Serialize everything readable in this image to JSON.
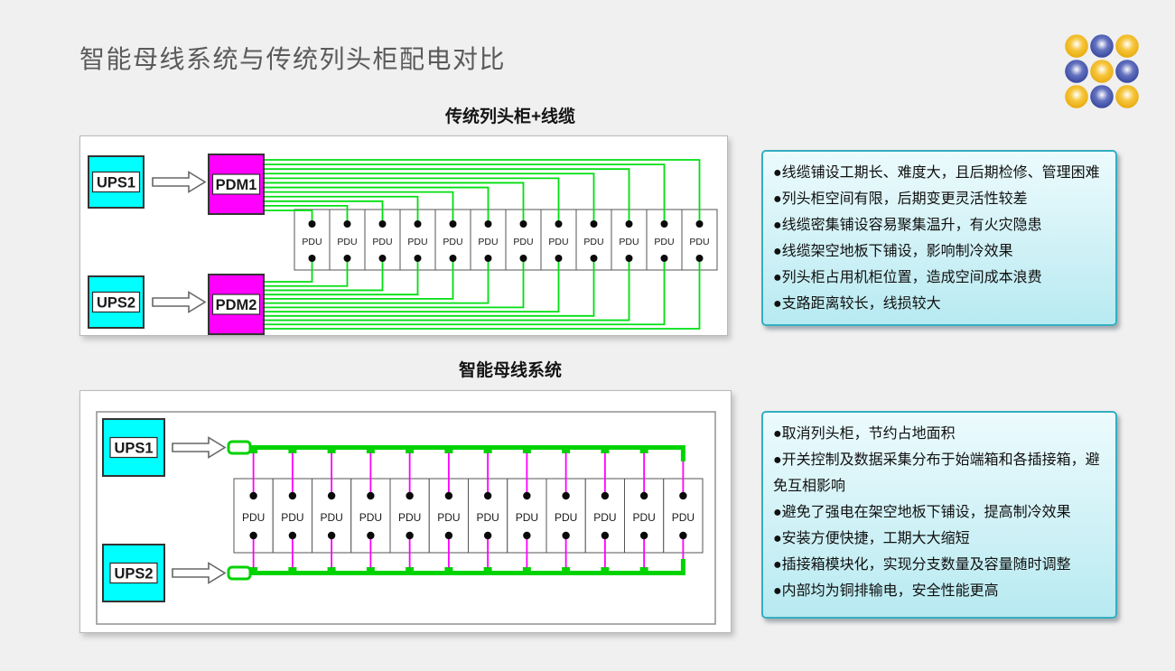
{
  "page": {
    "title": "智能母线系统与传统列头柜配电对比",
    "background": "#f0f0f1",
    "title_color": "#5a5a5a"
  },
  "logo": {
    "pattern": [
      [
        "gold",
        "blue",
        "gold"
      ],
      [
        "blue",
        "gold",
        "blue"
      ],
      [
        "gold",
        "blue",
        "gold"
      ]
    ],
    "gold": "#E8A90B",
    "blue": "#35449B"
  },
  "diagram_traditional": {
    "title": "传统列头柜+线缆",
    "ups_labels": [
      "UPS1",
      "UPS2"
    ],
    "pdm_labels": [
      "PDM1",
      "PDM2"
    ],
    "pdu_label": "PDU",
    "pdu_count": 12,
    "colors": {
      "ups_fill": "#00FFFF",
      "pdm_fill": "#FF00FF",
      "cable": "#00DF10",
      "dot": "#0a0a0a"
    }
  },
  "diagram_busway": {
    "title": "智能母线系统",
    "ups_labels": [
      "UPS1",
      "UPS2"
    ],
    "pdu_label": "PDU",
    "pdu_count": 12,
    "colors": {
      "ups_fill": "#00FFFF",
      "busbar": "#00D300",
      "drop": "#FF00FF",
      "dot": "#0a0a0a"
    }
  },
  "info_traditional": {
    "bullet_glyph": "●",
    "bullets": [
      "线缆铺设工期长、难度大，且后期检修、管理困难",
      "列头柜空间有限，后期变更灵活性较差",
      "线缆密集铺设容易聚集温升，有火灾隐患",
      "线缆架空地板下铺设，影响制冷效果",
      "列头柜占用机柜位置，造成空间成本浪费",
      "支路距离较长，线损较大"
    ]
  },
  "info_busway": {
    "bullet_glyph": "●",
    "bullets": [
      "取消列头柜，节约占地面积",
      "开关控制及数据采集分布于始端箱和各插接箱，避免互相影响",
      "避免了强电在架空地板下铺设，提高制冷效果",
      "安装方便快捷，工期大大缩短",
      "插接箱模块化，实现分支数量及容量随时调整",
      "内部均为铜排输电，安全性能更高"
    ]
  }
}
